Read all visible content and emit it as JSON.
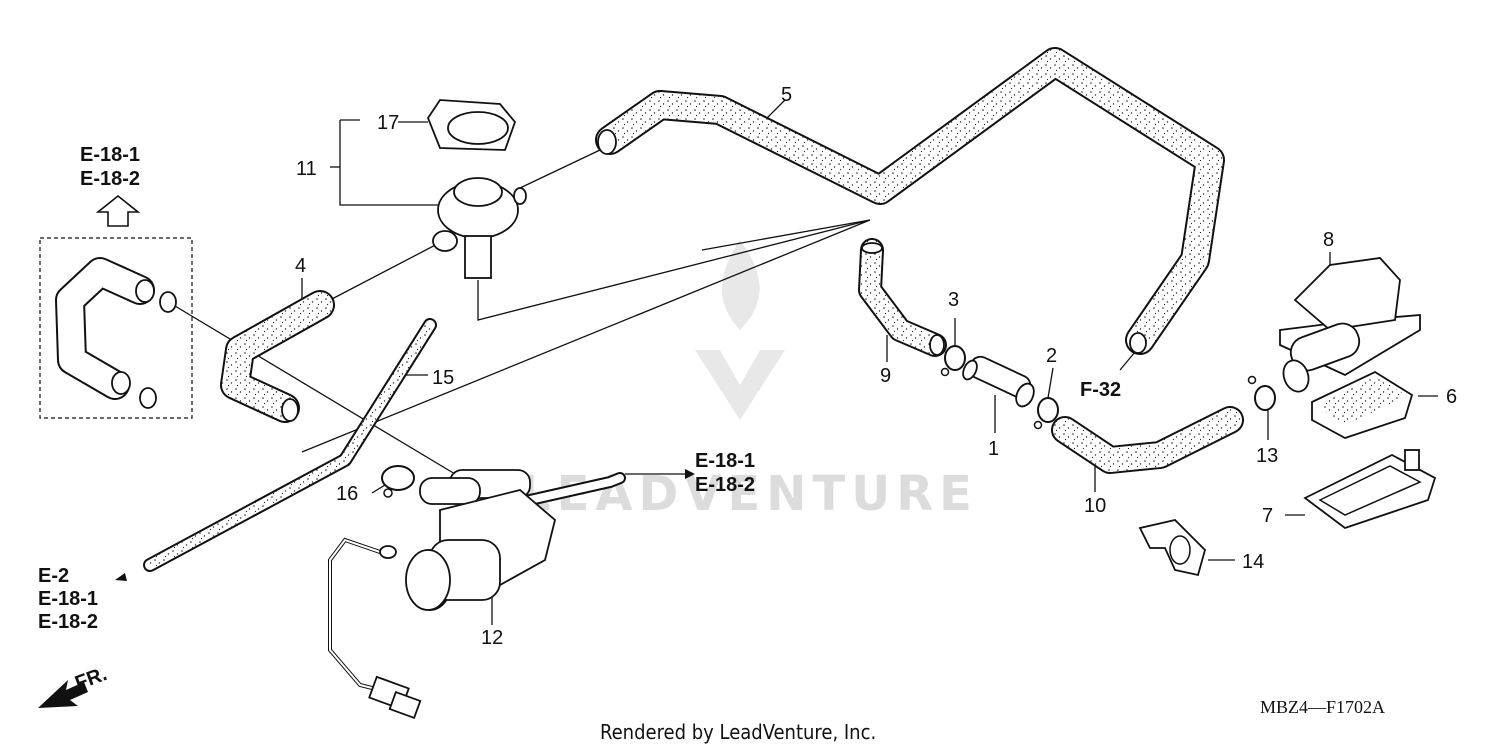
{
  "diagram": {
    "code": "MBZ4—F1702A",
    "credit": "Rendered by LeadVenture, Inc.",
    "watermark": "LEADVENTURE",
    "front_label": "FR.",
    "part_numbers": {
      "p1": "1",
      "p2": "2",
      "p3": "3",
      "p4": "4",
      "p5": "5",
      "p6": "6",
      "p7": "7",
      "p8": "8",
      "p9": "9",
      "p10": "10",
      "p11": "11",
      "p12": "12",
      "p13": "13",
      "p14": "14",
      "p15": "15",
      "p16": "16",
      "p17": "17"
    },
    "references": {
      "top_left_1": "E-18-1",
      "top_left_2": "E-18-2",
      "middle_1": "E-18-1",
      "middle_2": "E-18-2",
      "bottom_left_1": "E-2",
      "bottom_left_2": "E-18-1",
      "bottom_left_3": "E-18-2",
      "right": "F-32"
    }
  }
}
